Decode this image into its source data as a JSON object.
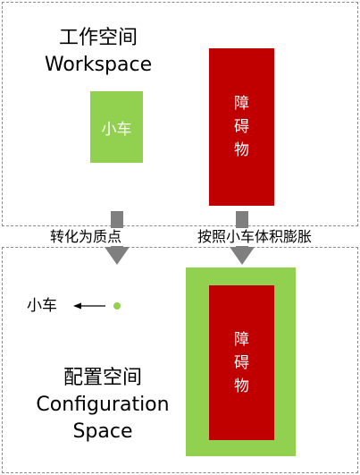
{
  "workspace": {
    "title_cn": "工作空间",
    "title_en": "Workspace",
    "car_label": "小车",
    "obstacle_chars": [
      "障",
      "碍",
      "物"
    ]
  },
  "transforms": {
    "left_label": "转化为质点",
    "right_label": "按照小车体积膨胀"
  },
  "configuration_space": {
    "title_cn": "配置空间",
    "title_en_line1": "Configuration",
    "title_en_line2": "Space",
    "point_label": "小车",
    "obstacle_chars": [
      "障",
      "碍",
      "物"
    ]
  },
  "colors": {
    "car_green": "#92d050",
    "obstacle_red": "#c00000",
    "arrow_gray": "#7f7f7f"
  }
}
